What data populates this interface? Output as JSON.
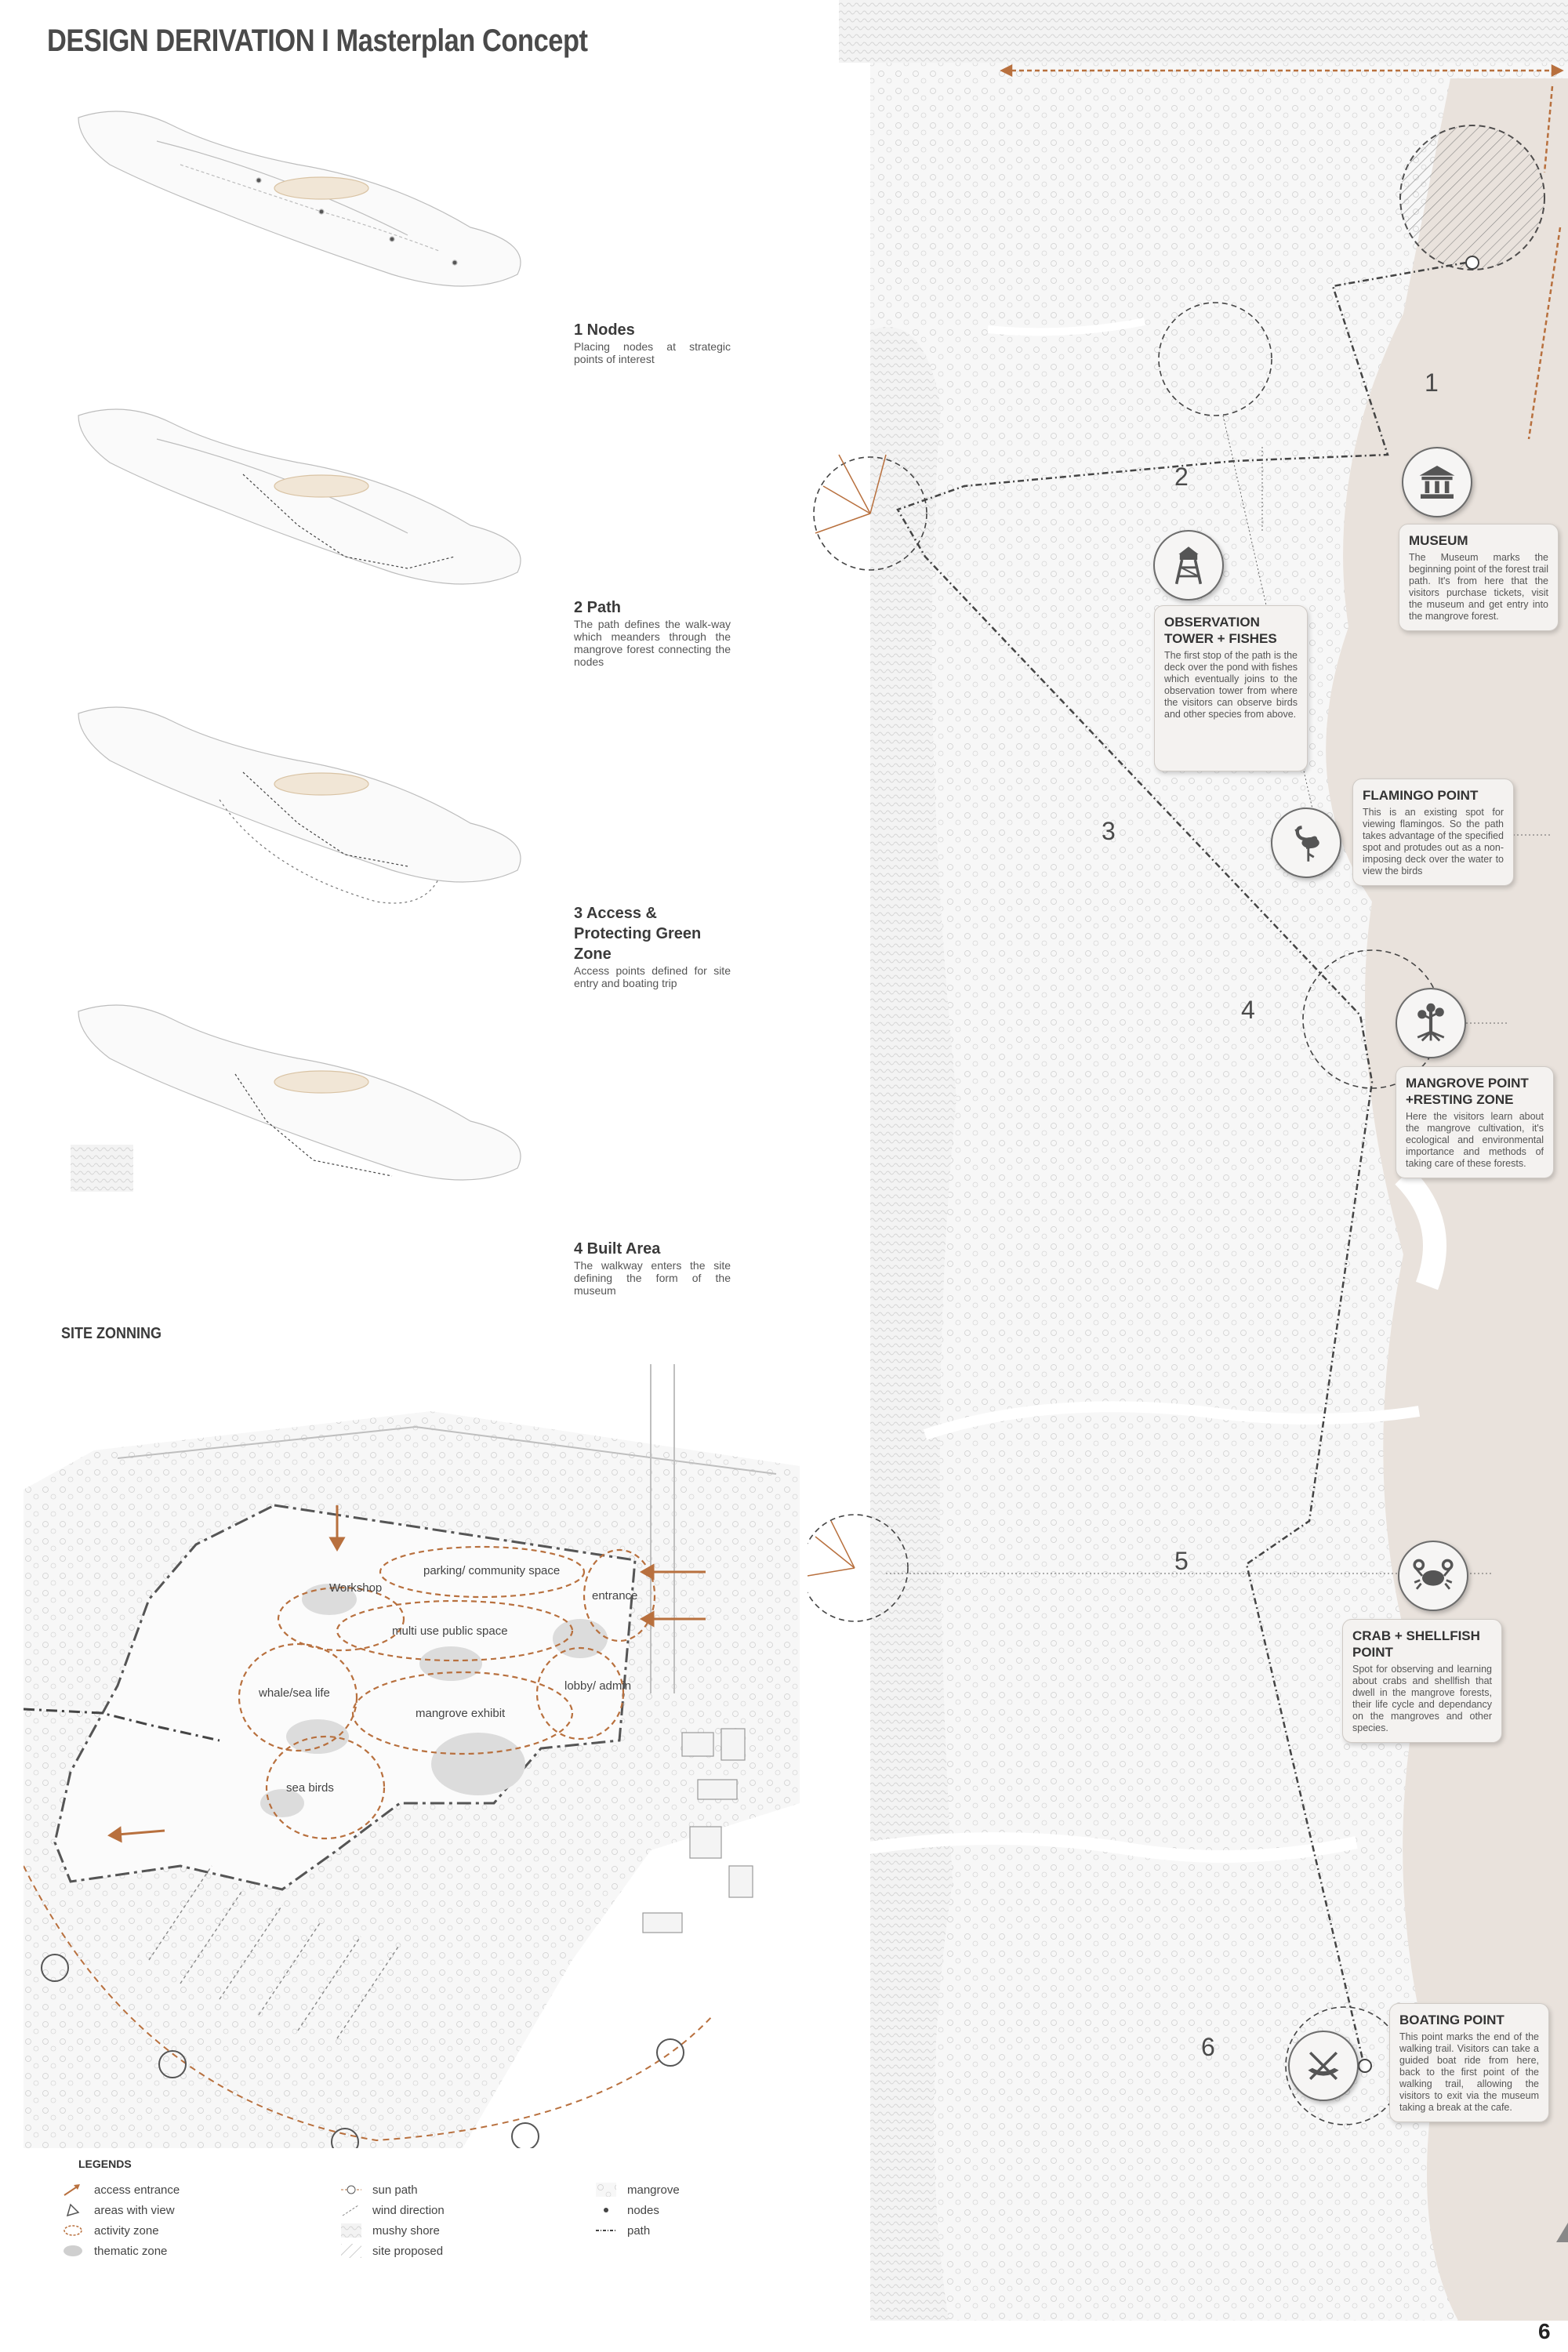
{
  "header": {
    "title": "DESIGN DERIVATION I  Masterplan Concept"
  },
  "steps": [
    {
      "title": "1 Nodes",
      "desc": "Placing nodes at strategic points of interest"
    },
    {
      "title": "2 Path",
      "desc": "The path defines the walk-way which meanders through the mangrove forest connecting the nodes"
    },
    {
      "title": "3 Access & Protecting Green Zone",
      "desc": "Access points defined for site entry and boating trip"
    },
    {
      "title": "4 Built Area",
      "desc": "The walkway enters the site defining the form of the museum"
    }
  ],
  "site_zoning": {
    "title": "SITE ZONNING",
    "zones": [
      "parking/ community space",
      "Workshop",
      "entrance",
      "multi use public space",
      "whale/sea life",
      "lobby/ admin",
      "mangrove exhibit",
      "sea birds"
    ]
  },
  "legends": {
    "title": "LEGENDS",
    "items": [
      {
        "label": "access entrance",
        "icon": "access-arrow-icon"
      },
      {
        "label": "areas with view",
        "icon": "view-icon"
      },
      {
        "label": "activity zone",
        "icon": "activity-zone-icon"
      },
      {
        "label": "thematic zone",
        "icon": "thematic-zone-icon"
      },
      {
        "label": "sun path",
        "icon": "sun-path-icon"
      },
      {
        "label": "wind direction",
        "icon": "wind-icon"
      },
      {
        "label": "mushy shore",
        "icon": "mushy-shore-icon"
      },
      {
        "label": "site proposed",
        "icon": "site-proposed-icon"
      },
      {
        "label": "mangrove",
        "icon": "mangrove-icon"
      },
      {
        "label": "nodes",
        "icon": "node-icon"
      },
      {
        "label": "path",
        "icon": "path-icon"
      }
    ]
  },
  "points": [
    {
      "num": "1",
      "title": "MUSEUM",
      "desc": "The Museum marks the beginning point of the forest trail path. It's from here that the visitors purchase tickets, visit the museum and get entry into the mangrove forest.",
      "icon": "museum-icon"
    },
    {
      "num": "2",
      "title": "OBSERVATION TOWER + FISHES",
      "desc": "The first stop of the path is the deck over the pond with fishes which eventually joins to the observation tower from where the visitors can observe birds and other species from above.",
      "icon": "tower-icon"
    },
    {
      "num": "3",
      "title": "FLAMINGO POINT",
      "desc": "This is an existing spot for viewing flamingos. So the path takes advantage of the specified spot and protudes out as a non-imposing deck over the water to view the birds",
      "icon": "flamingo-icon"
    },
    {
      "num": "4",
      "title": "MANGROVE POINT +RESTING ZONE",
      "desc": "Here the visitors learn about the mangrove cultivation, it's ecological and environmental importance and methods of taking care of these forests.",
      "icon": "mangrove-tree-icon"
    },
    {
      "num": "5",
      "title": "CRAB + SHELLFISH POINT",
      "desc": "Spot for observing and learning about crabs and shellfish that dwell in the mangrove forests, their life cycle and dependancy on the mangroves and other species.",
      "icon": "crab-icon"
    },
    {
      "num": "6",
      "title": "BOATING POINT",
      "desc": "This point marks the end of the walking trail. Visitors can take a guided boat ride from here, back to the first point of the walking trail, allowing the visitors to exit via the museum taking a break at the cafe.",
      "icon": "boat-icon"
    }
  ],
  "page": {
    "number": "6"
  },
  "colors": {
    "accent": "#b8703e",
    "shore": "#e9e2dc",
    "ink": "#4a4a4a"
  }
}
